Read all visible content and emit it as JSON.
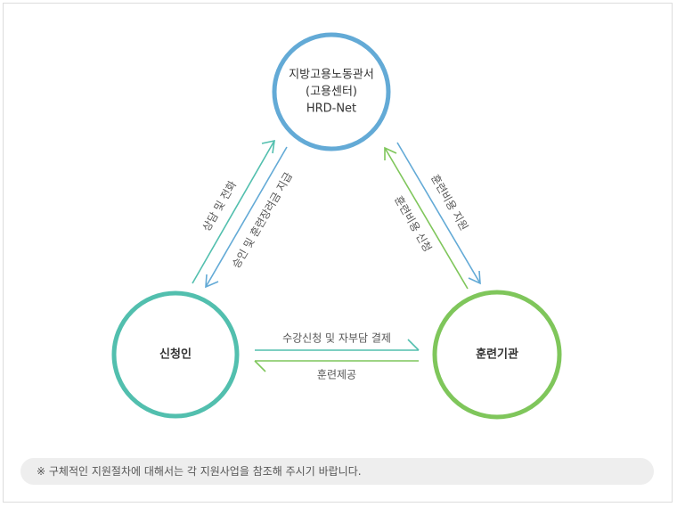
{
  "nodes": {
    "labor_office": {
      "line1": "지방고용노동관서",
      "line2": "(고용센터)",
      "line3": "HRD-Net",
      "color": "#63aad6"
    },
    "applicant": {
      "label": "신청인",
      "color": "#52bfae"
    },
    "training_institute": {
      "label": "훈련기관",
      "color": "#7fc65b"
    }
  },
  "edges": {
    "counsel": "상담 및 전화",
    "approval": "승인 및 훈련장려금 지급",
    "cost_support": "훈련비용 지원",
    "cost_request": "훈련비용 신청",
    "enroll": "수강신청 및 자부담 결제",
    "provide": "훈련제공"
  },
  "colors": {
    "teal": "#52bfae",
    "blue": "#63aad6",
    "green": "#7fc65b"
  },
  "note": "※ 구체적인 지원절차에 대해서는 각 지원사업을 참조해 주시기 바랍니다."
}
